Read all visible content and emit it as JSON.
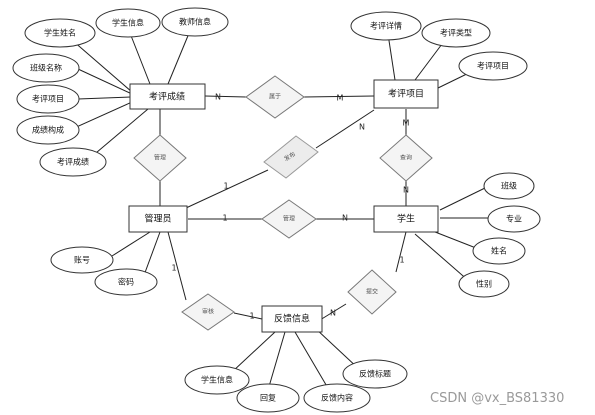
{
  "entities": {
    "score": "考评成绩",
    "project": "考评项目",
    "admin": "管理员",
    "student": "学生",
    "feedback": "反馈信息"
  },
  "attributes": {
    "score": [
      "学生姓名",
      "学生信息",
      "教师信息",
      "班级名称",
      "考评项目",
      "成绩构成",
      "考评成绩"
    ],
    "project": [
      "考评详情",
      "考评类型",
      "考评项目"
    ],
    "student": [
      "班级",
      "专业",
      "姓名",
      "性别"
    ],
    "admin": [
      "账号",
      "密码"
    ],
    "feedback": [
      "学生信息",
      "回复",
      "反馈内容",
      "反馈标题"
    ]
  },
  "relationships": {
    "belongs": "属于",
    "manage_score": "管理",
    "publish": "发布",
    "query": "查询",
    "manage_student": "管理",
    "review": "审核",
    "submit": "提交"
  },
  "cardinalities": {
    "belongs_score": "N",
    "belongs_project": "M",
    "publish_admin": "1",
    "publish_project": "N",
    "query_project": "M",
    "query_student": "N",
    "manage_admin": "1",
    "manage_student": "N",
    "review_admin": "1",
    "review_feedback": "1",
    "submit_student": "1",
    "submit_feedback": "N"
  },
  "watermark": "CSDN @vx_BS81330"
}
